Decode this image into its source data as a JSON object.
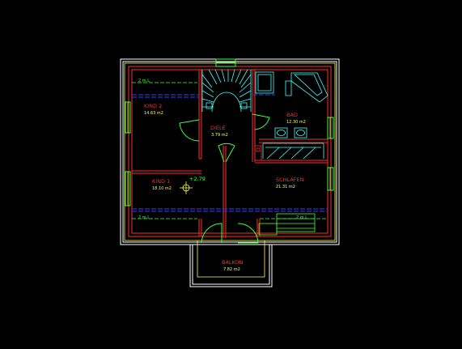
{
  "colors": {
    "background": "#000000",
    "outer_wall": "#ffffff",
    "envelope": "#ffff40",
    "wall": "#ff2b2b",
    "door_window": "#40ff40",
    "stair_fixture": "#40ffff",
    "roof_line": "#3a3aff",
    "room_label": "#ff2b2b",
    "area_label": "#ffff40"
  },
  "rooms": {
    "kind2": {
      "name": "KIND 2",
      "area": "14.63 m2"
    },
    "diele": {
      "name": "DIELE",
      "area": "3.79 m2"
    },
    "bad": {
      "name": "BAD",
      "area": "12.30 m2"
    },
    "kind1": {
      "name": "KIND 1",
      "area": "18.10 m2"
    },
    "schlafen": {
      "name": "SCHLAFEN",
      "area": "21.31 m2"
    },
    "balkon": {
      "name": "BALKON",
      "area": "7.82 m2"
    }
  },
  "annotations": {
    "height_top_left": "2 m.L",
    "height_bottom_left": "2 m.L",
    "height_bottom_right": "2 m.L",
    "level": "+2.79"
  }
}
